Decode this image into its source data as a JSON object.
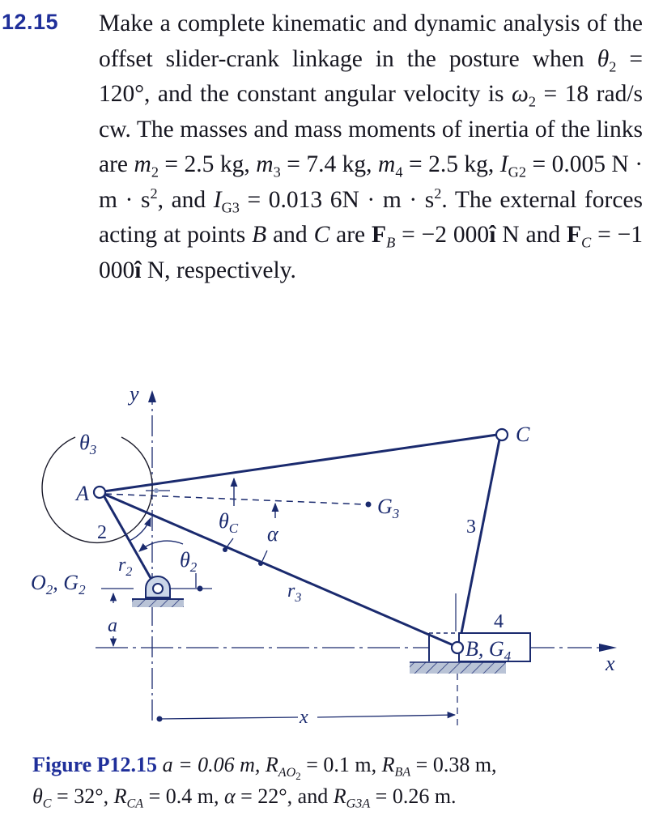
{
  "problem": {
    "number": "12.15",
    "number_color": "#1f2f9a",
    "text_lines": [
      "Make a complete kinematic and dynamic analysis",
      "of the offset slider-crank linkage in the posture",
      "when θ2 = 120°, and the constant angular velocity",
      "is ω2 = 18 rad/s cw. The masses and mass",
      "moments of inertia of the links are m2 = 2.5 kg,",
      "m3 = 7.4 kg, m4 = 2.5 kg, IG2 = 0.005 N·m·s²,",
      "and IG3 = 0.013 6N·m·s². The external forces",
      "acting at points B and C are FB = −2 000î N and",
      "FC = −1 000î N, respectively."
    ],
    "parts": {
      "p1": "Make a complete kinematic and dynamic analysis of the offset slider-crank linkage in the posture when ",
      "theta2_sym": "θ",
      "theta2_sub": "2",
      "theta2_val": " = 120°, and the constant angular velocity is ",
      "omega2_sym": "ω",
      "omega2_sub": "2",
      "omega2_val": " = 18 rad/s cw. The masses and mass moments of inertia of the links are ",
      "m2_sym": "m",
      "m2_sub": "2",
      "m2_val": " = 2.5 kg, ",
      "m3_sym": "m",
      "m3_sub": "3",
      "m3_val": " = 7.4 kg, ",
      "m4_sym": "m",
      "m4_sub": "4",
      "m4_val": " = 2.5 kg, ",
      "ig2_sym": "I",
      "ig2_sub": "G2",
      "ig2_val": " = 0.005 N · m · s",
      "sq": "2",
      "comma": ", and ",
      "ig3_sym": "I",
      "ig3_sub": "G3",
      "ig3_val": " = 0.013 6N · m · s",
      "p2": ". The external forces acting at points ",
      "B": "B",
      "and": " and ",
      "C": "C",
      "are": " are ",
      "FB_sym": "F",
      "FB_sub": "B",
      "FB_val": " = −2 000",
      "ihat": "î",
      "FB_unit": " N and ",
      "FC_sym": "F",
      "FC_sub": "C",
      "FC_val": " = −1 000",
      "FC_unit": " N, respectively."
    }
  },
  "figure": {
    "labels": {
      "y_axis": "y",
      "x_axis": "x",
      "theta3": "θ3",
      "A": "A",
      "link2": "2",
      "r2": "r2",
      "theta2": "θ2",
      "O2G2": "O2, G2",
      "a": "a",
      "thetaC": "θC",
      "alpha": "α",
      "G3": "G3",
      "r3": "r3",
      "C": "C",
      "link3": "3",
      "link4": "4",
      "BG4": "B, G4",
      "x_dim": "x"
    },
    "ink_color": "#1a2a6e"
  },
  "caption": {
    "label": "Figure P12.15",
    "a": "a = 0.06 m, ",
    "R_AO2_sym": "R",
    "R_AO2_sub": "AO",
    "R_AO2_subsub": "2",
    "R_AO2_val": " = 0.1 m, ",
    "R_BA_sym": "R",
    "R_BA_sub": "BA",
    "R_BA_val": " = 0.38 m,",
    "thetaC_sym": "θ",
    "thetaC_sub": "C",
    "thetaC_val": " = 32°, ",
    "R_CA_sym": "R",
    "R_CA_sub": "CA",
    "R_CA_val": " = 0.4 m, ",
    "alpha_sym": "α",
    "alpha_val": " = 22°, and ",
    "R_G3A_sym": "R",
    "R_G3A_sub": "G3A",
    "R_G3A_val": " = 0.26 m.",
    "values": {
      "a": "0.06 m",
      "R_AO2": "0.1 m",
      "R_BA": "0.38 m",
      "theta_C": "32°",
      "R_CA": "0.4 m",
      "alpha": "22°",
      "R_G3A": "0.26 m"
    }
  }
}
